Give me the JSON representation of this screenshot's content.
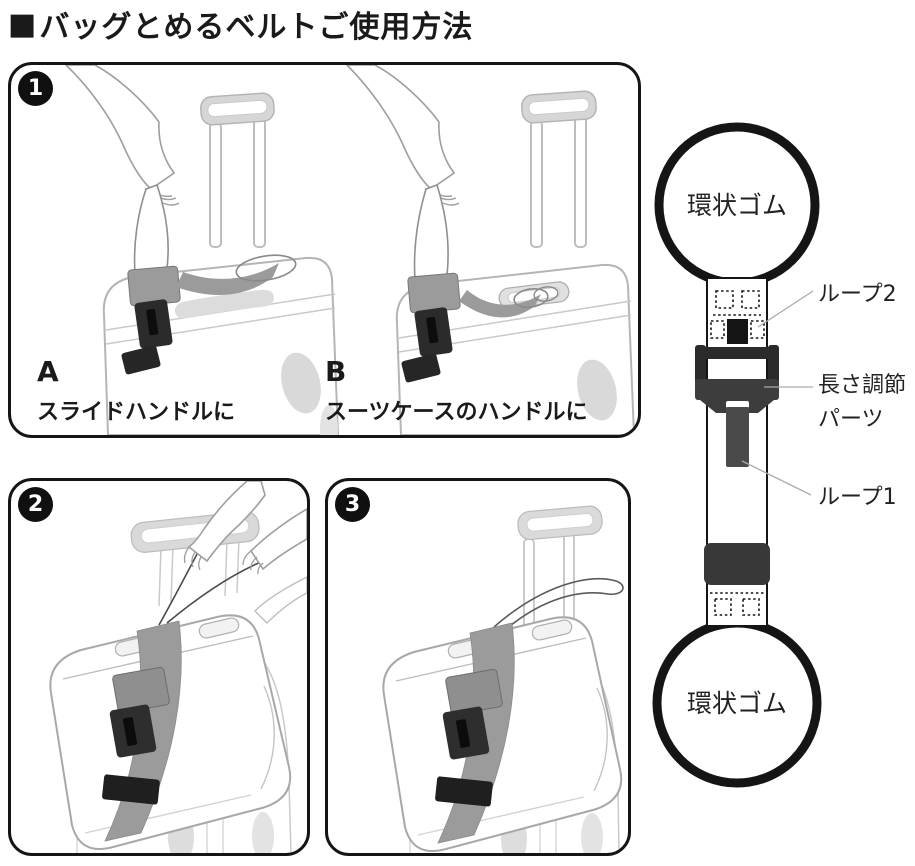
{
  "title": {
    "marker": "■",
    "text": "バッグとめるベルトご使用方法"
  },
  "steps": {
    "one": {
      "number": "1",
      "variant_a": {
        "letter": "A",
        "caption": "スライドハンドルに"
      },
      "variant_b": {
        "letter": "B",
        "caption": "スーツケースのハンドルに"
      }
    },
    "two": {
      "number": "2"
    },
    "three": {
      "number": "3"
    }
  },
  "belt_diagram": {
    "top_ring_label": "環状ゴム",
    "bottom_ring_label": "環状ゴム",
    "loop2_label": "ループ2",
    "adjuster_label_line1": "長さ調節",
    "adjuster_label_line2": "パーツ",
    "loop1_label": "ループ1"
  },
  "colors": {
    "ink": "#151515",
    "strap_gray": "#9b9b9b",
    "buckle_dark": "#2b2b2b",
    "outline_light": "#b5b5b5",
    "leader_gray": "#ababab"
  }
}
